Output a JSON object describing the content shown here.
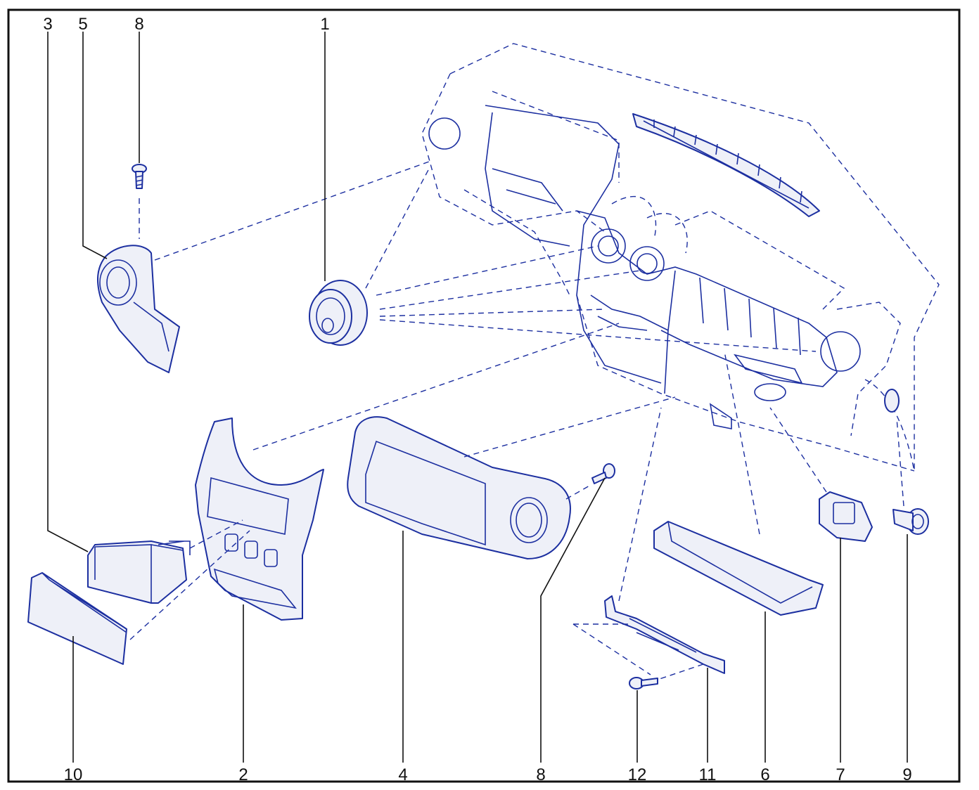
{
  "colors": {
    "line": "#1c2fa0",
    "fill": "#eef0f8",
    "frame": "#111111"
  },
  "callouts": {
    "top": [
      "3",
      "5",
      "8",
      "1"
    ],
    "bottom": [
      "10",
      "2",
      "4",
      "8",
      "12",
      "11",
      "6",
      "7",
      "9"
    ]
  }
}
